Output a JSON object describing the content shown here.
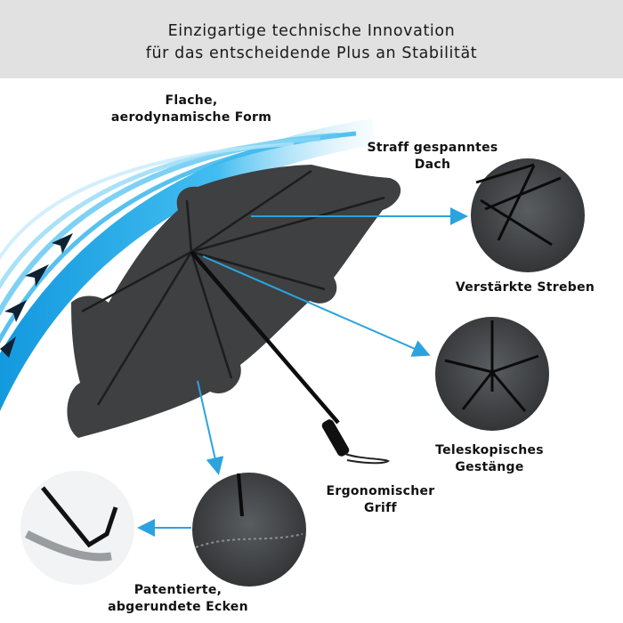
{
  "header": {
    "line1": "Einzigartige technische Innovation",
    "line2": "für das entscheidende Plus an Stabilität"
  },
  "labels": {
    "aero_1": "Flache,",
    "aero_2": "aerodynamische Form",
    "canopy_1": "Straff gespanntes",
    "canopy_2": "Dach",
    "ribs": "Verstärkte Streben",
    "frame_1": "Teleskopisches",
    "frame_2": "Gestänge",
    "grip_1": "Ergonomischer",
    "grip_2": "Griff",
    "corners_1": "Patentierte,",
    "corners_2": "abgerundete Ecken"
  },
  "colors": {
    "header_bg": "#e1e1e1",
    "canopy": "#3e4042",
    "arrow": "#2ba3df",
    "wind": "#1ea8e6"
  },
  "icons": [
    "wind-arrow-icon",
    "pointer-arrow-icon"
  ]
}
